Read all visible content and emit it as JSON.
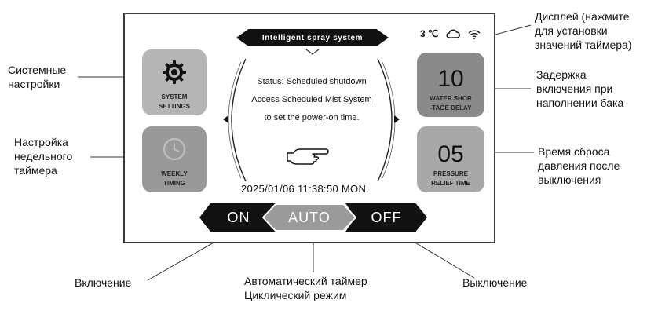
{
  "screen": {
    "title": "Intelligent spray system",
    "temperature": "3 ℃",
    "status_icons": [
      "cloud-icon",
      "wifi-icon"
    ],
    "tiles": {
      "system_settings": {
        "label": "SYSTEM\nSETTINGS",
        "icon": "gear-icon"
      },
      "weekly_timing": {
        "label": "WEEKLY\nTIMING",
        "icon": "clock-icon"
      },
      "water_shortage_delay": {
        "value": "10",
        "label": "WATER  SHOR\n-TAGE DELAY"
      },
      "pressure_relief_time": {
        "value": "05",
        "label": "PRESSURE\nRELIEF TIME"
      }
    },
    "message_lines": [
      "Status: Scheduled shutdown",
      "Access Scheduled Mist System",
      "to set the power-on time."
    ],
    "pointer_icon": "hand-pointer-icon",
    "datetime": "2025/01/06  11:38:50 MON.",
    "modes": {
      "on": "ON",
      "auto": "AUTO",
      "off": "OFF"
    }
  },
  "callouts": {
    "display": "Дисплей (нажмите\nдля установки\nзначений таймера)",
    "system_settings": "Системные\nнастройки",
    "weekly_timer": "Настройка\nнедельного\nтаймера",
    "startup_delay": "Задержка\nвключения при\nнаполнении бака",
    "pressure_reset": "Время сброса\nдавления после\nвыключения",
    "power_on": "Включение",
    "auto_timer": "Автоматический таймер\nЦиклический режим",
    "power_off": "Выключение"
  },
  "colors": {
    "banner": "#111111",
    "tile_light": "#b5b5b5",
    "tile_dark": "#8a8a8a",
    "mode_active": "#9a9a9a"
  }
}
